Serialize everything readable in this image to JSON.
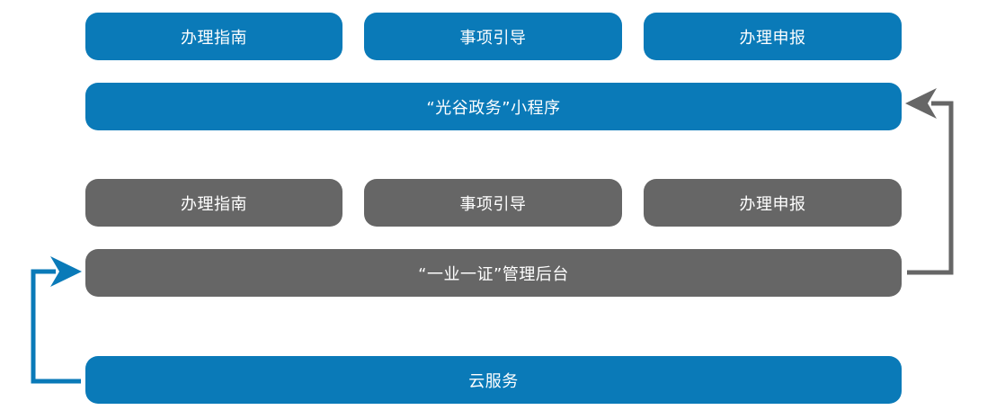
{
  "colors": {
    "blue": "#0a7ab8",
    "gray": "#666666"
  },
  "miniprogram": {
    "buttons": [
      "办理指南",
      "事项引导",
      "办理申报"
    ],
    "bar_label": "“光谷政务”小程序"
  },
  "admin": {
    "buttons": [
      "办理指南",
      "事项引导",
      "办理申报"
    ],
    "bar_label": "“一业一证”管理后台"
  },
  "cloud": {
    "label": "云服务"
  }
}
